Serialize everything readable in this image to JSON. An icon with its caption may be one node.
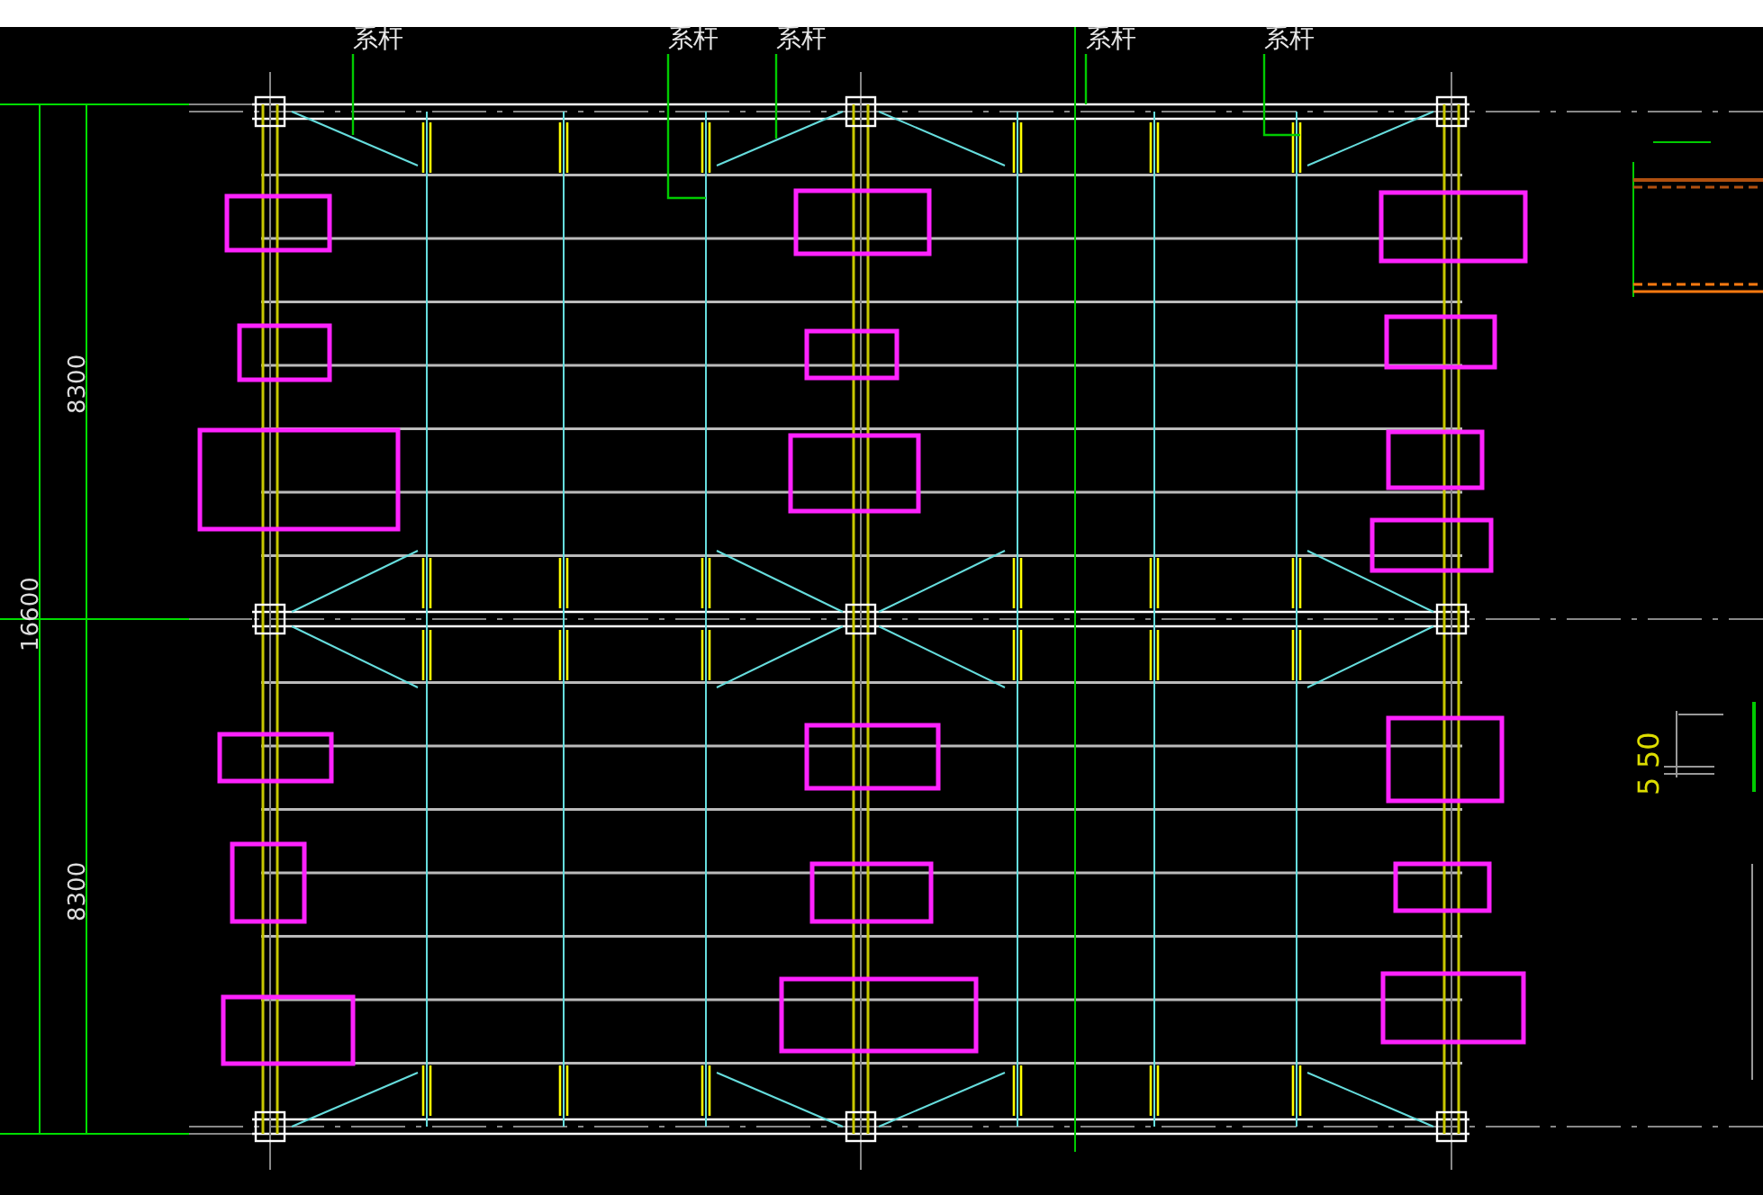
{
  "diagram": {
    "nodes": [
      {
        "text": [
          "系杆"
        ]
      },
      {
        "text": [
          "系杆"
        ]
      },
      {
        "text": [
          "系杆"
        ]
      },
      {
        "text": [
          "系杆"
        ]
      },
      {
        "text": [
          "系杆"
        ]
      }
    ],
    "edges": [
      {
        "from": 0,
        "to": null,
        "arrow": "none"
      },
      {
        "from": 1,
        "to": null,
        "arrow": "none"
      },
      {
        "from": 2,
        "to": null,
        "arrow": "none"
      },
      {
        "from": 3,
        "to": null,
        "arrow": "none"
      },
      {
        "from": 4,
        "to": null,
        "arrow": "none"
      }
    ],
    "labels": [
      "8300",
      "16600",
      "8300",
      "50",
      "5"
    ]
  }
}
